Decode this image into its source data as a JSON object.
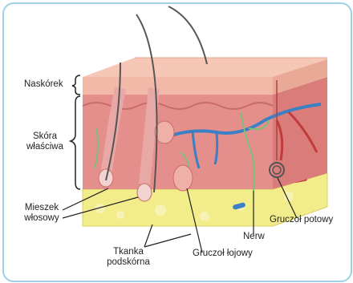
{
  "labels": {
    "naskorek": "Naskórek",
    "skora_l1": "Skóra",
    "skora_l2": "właściwa",
    "mieszek_l1": "Mieszek",
    "mieszek_l2": "włosowy",
    "tkanka_l1": "Tkanka",
    "tkanka_l2": "podskórna",
    "gruczol_lojowy": "Gruczoł łojowy",
    "nerw": "Nerw",
    "gruczol_potowy": "Gruczoł potowy"
  },
  "colors": {
    "frame": "#9fd0e6",
    "epidermis": "#f2b9a8",
    "dermis": "#e58f8c",
    "subcutaneous": "#f2ec8a",
    "vessel_blue": "#3b7fc4",
    "vessel_red": "#c23b3b",
    "nerve": "#7fbf7a",
    "hair": "#555555"
  }
}
